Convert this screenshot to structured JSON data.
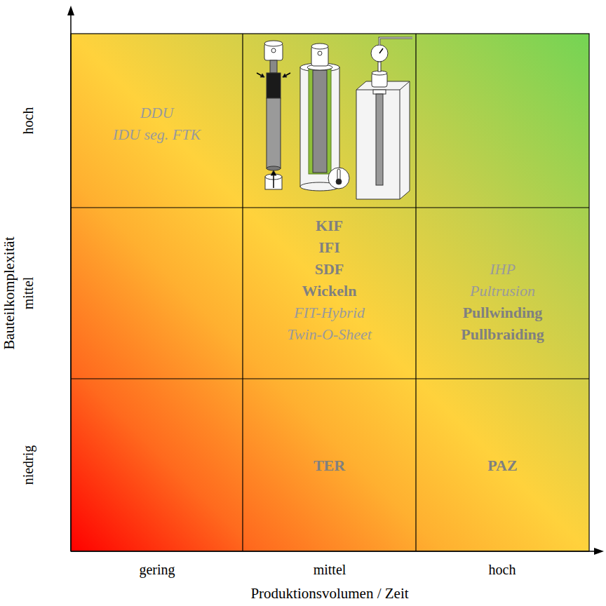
{
  "diagram": {
    "nodes": [
      {
        "text": [
          "DDU",
          "IDU seg. FTK"
        ]
      },
      {
        "text": [
          "KIF",
          "IFI",
          "SDF",
          "Wickeln",
          "FIT-Hybrid",
          "Twin-O-Sheet"
        ]
      },
      {
        "text": [
          "IHP",
          "Pultrusion",
          "Pullwinding",
          "Pullbraiding"
        ]
      },
      {
        "text": [
          "TER"
        ]
      },
      {
        "text": [
          "PAZ"
        ]
      }
    ],
    "labels": [
      "hoch",
      "mittel",
      "niedrig",
      "Bauteilkomplexität",
      "gering",
      "mittel",
      "hoch",
      "Produktionsvolumen / Zeit"
    ]
  }
}
